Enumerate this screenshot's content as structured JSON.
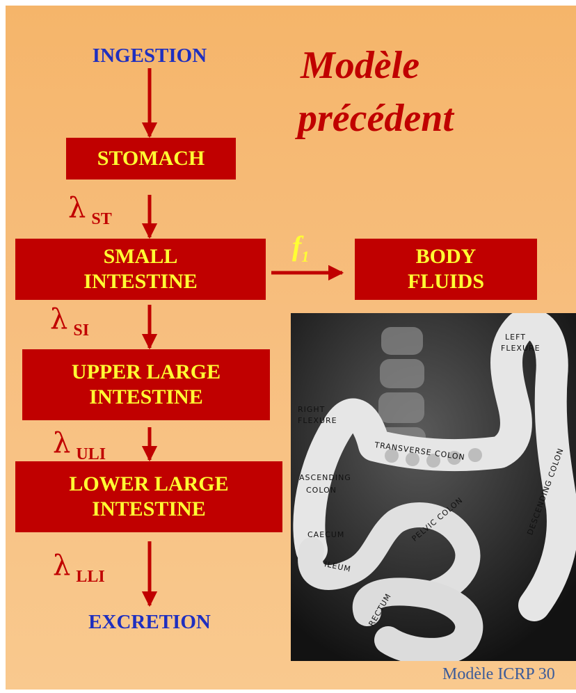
{
  "title": {
    "line1": "Modèle",
    "line2": "précédent"
  },
  "terminals": {
    "ingestion": "INGESTION",
    "excretion": "EXCRETION"
  },
  "boxes": {
    "stomach": "STOMACH",
    "small_intestine": {
      "line1": "SMALL",
      "line2": "INTESTINE"
    },
    "body_fluids": {
      "line1": "BODY",
      "line2": "FLUIDS"
    },
    "upper_large_intestine": {
      "line1": "UPPER LARGE",
      "line2": "INTESTINE"
    },
    "lower_large_intestine": {
      "line1": "LOWER LARGE",
      "line2": "INTESTINE"
    }
  },
  "rates": {
    "symbol": "λ",
    "st": "ST",
    "si": "SI",
    "uli": "ULI",
    "lli": "LLI"
  },
  "transfer": {
    "symbol": "f",
    "subscript": "1"
  },
  "xray_labels": {
    "left_flexure_1": "LEFT",
    "left_flexure_2": "FLEXURE",
    "right_flexure_1": "RIGHT",
    "right_flexure_2": "FLEXURE",
    "transverse_colon": "TRANSVERSE COLON",
    "ascending_colon_1": "ASCENDING",
    "ascending_colon_2": "COLON",
    "descending_colon": "DESCENDING COLON",
    "pelvic_colon": "PELVIC COLON",
    "caecum": "CAECUM",
    "ileum": "ILEUM",
    "rectum": "RECTUM"
  },
  "caption": "Modèle ICRP 30",
  "colors": {
    "box": "#c00000",
    "box_text": "#ffff33",
    "terminal_text": "#1f2fbf",
    "arrow": "#c00000",
    "title": "#c00000",
    "background": "#f7be7e"
  }
}
